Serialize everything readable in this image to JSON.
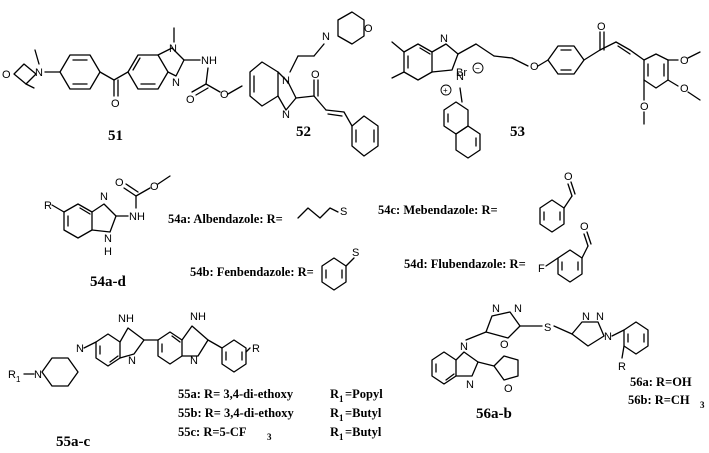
{
  "compounds": {
    "c51": "51",
    "c52": "52",
    "c53": "53",
    "c54": "54a-d",
    "c55": "55a-c",
    "c56": "56a-b"
  },
  "atoms": {
    "N": "N",
    "O": "O",
    "S": "S",
    "NH": "NH",
    "H": "H",
    "F": "F",
    "R": "R",
    "R1": "R",
    "one": "1",
    "three": "3",
    "Br": "Br",
    "plus": "+",
    "minus": "−"
  },
  "labels_54": {
    "a": "54a: Albendazole: R=",
    "b": "54b: Fenbendazole: R=",
    "c": "54c: Mebendazole: R=",
    "d": "54d: Flubendazole: R="
  },
  "labels_55": {
    "a_r": "55a: R= 3,4-di-ethoxy",
    "a_r1": "=Popyl",
    "b_r": "55b: R= 3,4-di-ethoxy",
    "b_r1": "=Butyl",
    "c_r": "55c: R=5-CF",
    "c_r1": "=Butyl"
  },
  "labels_56": {
    "a": "56a: R=OH",
    "b": "56b: R=CH"
  }
}
